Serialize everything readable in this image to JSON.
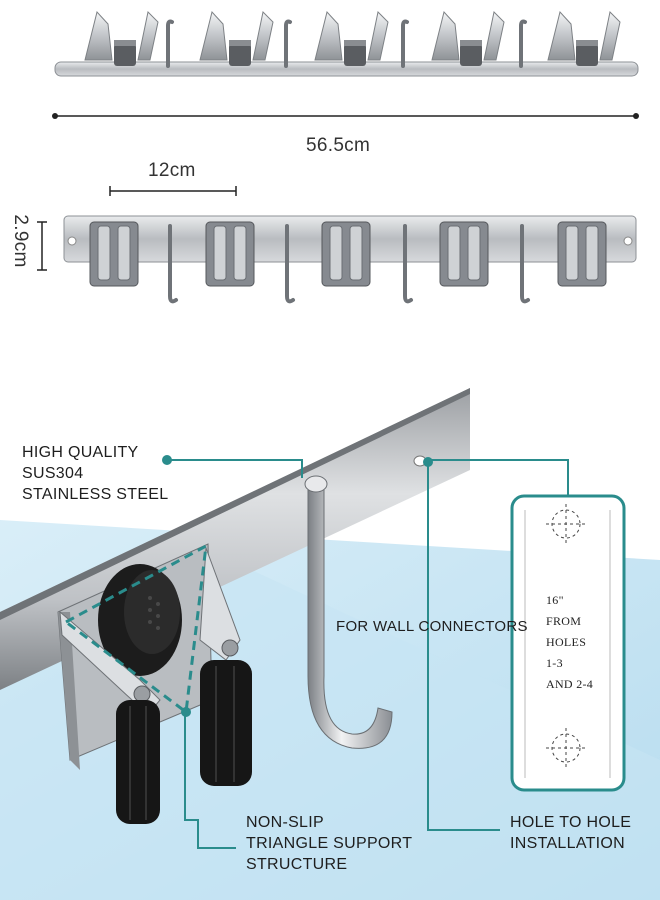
{
  "dimensions": {
    "total_length": "56.5cm",
    "clip_spacing": "12cm",
    "height": "2.9cm"
  },
  "callouts": {
    "material": [
      "HIGH QUALITY",
      "SUS304",
      "STAINLESS STEEL"
    ],
    "wall_connectors": "FOR WALL CONNECTORS",
    "support": [
      "NON-SLIP",
      "TRIANGLE SUPPORT",
      "STRUCTURE"
    ],
    "installation": [
      "HOLE TO HOLE",
      "INSTALLATION"
    ]
  },
  "hole_spacing_note": [
    "16\"",
    "FROM",
    "HOLES",
    "1-3",
    "AND 2-4"
  ],
  "colors": {
    "accent_teal": "#2a8c8c",
    "steel": "#c9ccd0",
    "rubber_black": "#1c1c1c",
    "background_blue": "#cfe6f3"
  }
}
